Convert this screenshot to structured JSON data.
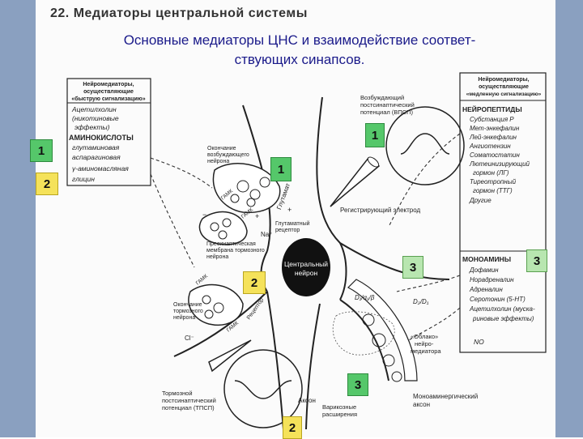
{
  "chapter_title": "22. Медиаторы центральной системы",
  "title_line1": "Основные медиаторы ЦНС и взаимодействие соответ-",
  "title_line2": "ствующих синапсов.",
  "left_box": {
    "header1": "Нейромедиаторы,",
    "header2": "осуществляющие",
    "header3": "«быструю сигнализацию»",
    "items": [
      "Ацетилхолин",
      "(никотиновые",
      "эффекты)",
      "АМИНОКИСЛОТЫ",
      "глутаминовая",
      "аспарагиновая",
      "γ-аминомасляная",
      "глицин"
    ]
  },
  "right_box": {
    "header1": "Нейромедиаторы,",
    "header2": "осуществляющие",
    "header3": "«медленную сигнализацию»",
    "neuropeptides_title": "НЕЙРОПЕПТИДЫ",
    "neuropeptides": [
      "Субстанция Р",
      "Мет-энкефалин",
      "Лей-энкефалин",
      "Ангиотензин",
      "Соматостатин",
      "Лютеинизирующий",
      "гормон (ЛГ)",
      "Тиреотропный",
      "гормон (ТТГ)",
      "Другие"
    ],
    "monoamines_title": "МОНОАМИНЫ",
    "monoamines": [
      "Дофамин",
      "Норадреналин",
      "Адреналин",
      "Серотонин (5-НТ)",
      "Ацетилхолин (мускa-",
      "риновые эффекты)"
    ],
    "no": "NO"
  },
  "diagram_labels": {
    "epsp": [
      "Возбуждающий",
      "постсинаптический",
      "потенциал (ВПСП)"
    ],
    "excit_terminal": [
      "Окончание",
      "возбуждающего",
      "нейрона"
    ],
    "glutamate": "Глутамат",
    "gaba1": "ГАМК",
    "gaba2": "ГАМК",
    "gaba3": "ГАМК",
    "gaba4": "ГАМК",
    "glut_receptor": [
      "Глутаматный",
      "рецептор"
    ],
    "na": "Na⁺",
    "presyn_membrane": [
      "Пресинаптическая",
      "мембрана тормозного",
      "нейрона"
    ],
    "central_neuron": [
      "Центральный",
      "нейрон"
    ],
    "electrode": "Регистрирующий электрод",
    "inhib_terminal": [
      "Окончание",
      "тормозного",
      "нейрона"
    ],
    "receptor": "Рецептор",
    "cl": "Cl⁻",
    "d1": "D₁/α₁/β",
    "d2": "D₂/D₁",
    "cloud": [
      "«Облако»",
      "нейро-",
      "медиатора"
    ],
    "ipsp": [
      "Тормозной",
      "постсинаптический",
      "потенциал (ТПСП)"
    ],
    "axon": "Аксон",
    "varicose": [
      "Варикозные",
      "расширения"
    ],
    "mono_axon": [
      "Моноаминергический",
      "аксон"
    ],
    "plus": "+",
    "minus": "−"
  },
  "badges": {
    "b_left_1": "1",
    "b_left_2": "2",
    "b_top_1": "1",
    "b_mid_1": "1",
    "b_mid_3": "3",
    "b_right_3": "3",
    "b_mid_2": "2",
    "b_bot_3": "3",
    "b_bot_2": "2"
  }
}
